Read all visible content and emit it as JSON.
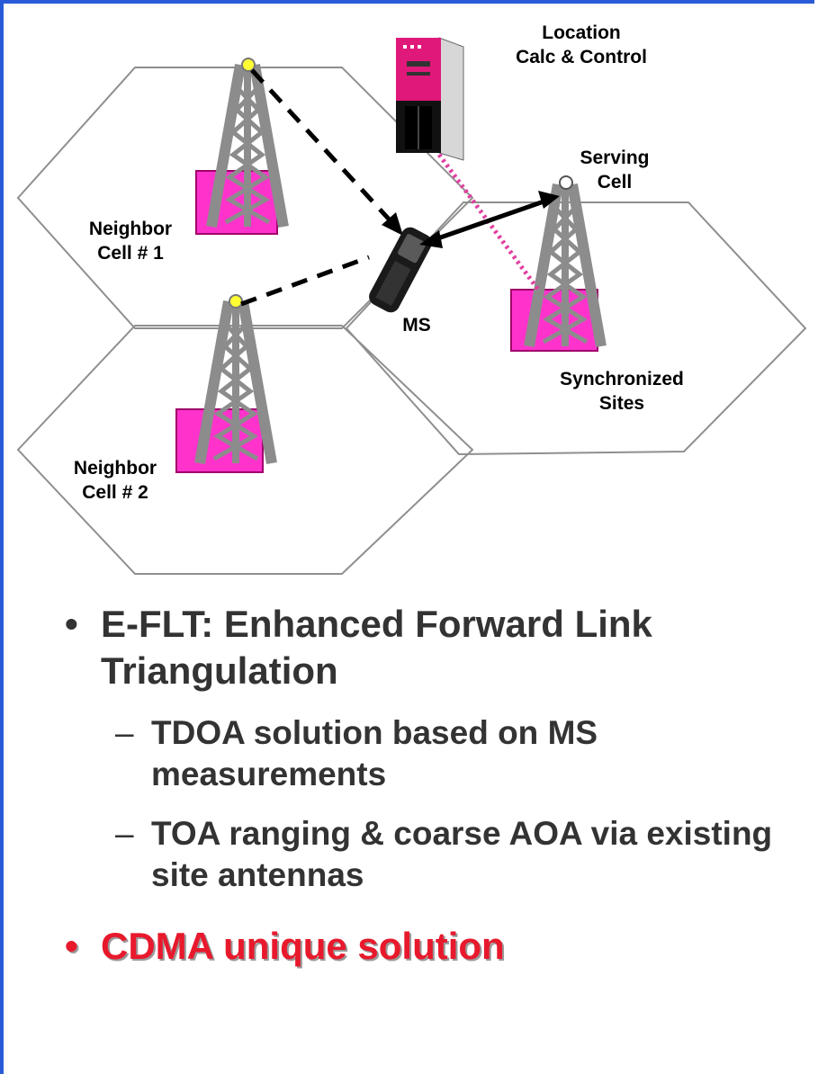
{
  "diagram": {
    "labels": {
      "location": "Location\nCalc & Control",
      "serving": "Serving\nCell",
      "neighbor1": "Neighbor\nCell # 1",
      "neighbor2": "Neighbor\nCell # 2",
      "ms": "MS",
      "sync": "Synchronized\nSites"
    },
    "colors": {
      "tower": "#8c8c8c",
      "equipment": "#ff33cc",
      "server": "#e0187a",
      "hex_outline": "#8f8f8f",
      "link_dotted": "#e040a0"
    }
  },
  "bullets": {
    "main": "E-FLT: Enhanced Forward Link Triangulation",
    "sub1": "TDOA solution based on MS measurements",
    "sub2": "TOA ranging & coarse AOA via existing site antennas",
    "highlight": "CDMA unique solution",
    "bullet_symbol": "•",
    "dash_symbol": "–"
  }
}
